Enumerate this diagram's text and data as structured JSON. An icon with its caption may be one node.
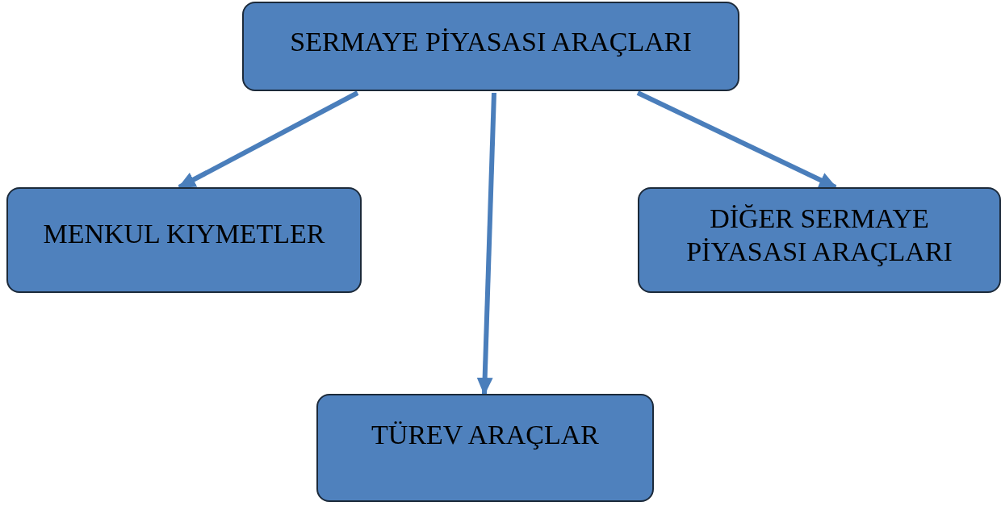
{
  "diagram": {
    "nodes": [
      {
        "text": [
          "SERMAYE PİYASASI ARAÇLARI"
        ]
      },
      {
        "text": [
          "MENKUL KIYMETLER"
        ]
      },
      {
        "text": [
          "DİĞER SERMAYE PİYASASI ARAÇLARI"
        ]
      },
      {
        "text": [
          "TÜREV ARAÇLAR"
        ]
      }
    ],
    "edges": [
      {
        "from": 0,
        "to": 1,
        "arrow": "to"
      },
      {
        "from": 0,
        "to": 3,
        "arrow": "to"
      },
      {
        "from": 0,
        "to": 2,
        "arrow": "to"
      }
    ]
  }
}
